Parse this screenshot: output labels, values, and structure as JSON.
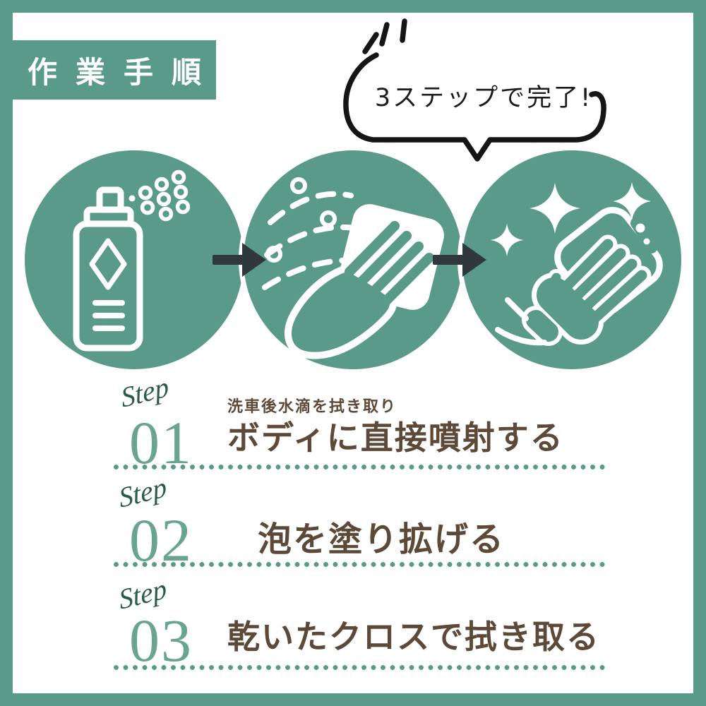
{
  "header": {
    "title": "作業手順"
  },
  "bubble": {
    "text": "3ステップで完了!"
  },
  "process": {
    "icons": [
      {
        "name": "spray-can-icon",
        "meaning": "スプレー噴射"
      },
      {
        "name": "wipe-cloth-icon",
        "meaning": "クロスで塗り拡げ"
      },
      {
        "name": "polish-hand-icon",
        "meaning": "拭き上げて完了"
      }
    ]
  },
  "steps": [
    {
      "label": "Step",
      "num": "01",
      "subcaption": "洗車後水滴を拭き取り",
      "caption": "ボディに直接噴射する"
    },
    {
      "label": "Step",
      "num": "02",
      "caption": "泡を塗り拡げる"
    },
    {
      "label": "Step",
      "num": "03",
      "caption": "乾いたクロスで拭き取る"
    }
  ],
  "colors": {
    "green": "#5A9A89",
    "step_number_green": "#68A48E",
    "script_green": "#2C594A",
    "text_brown": "#5D4937",
    "arrow_dark": "#2F393C",
    "bubble_black": "#1b1b1b",
    "background": "#FFFFFF"
  }
}
